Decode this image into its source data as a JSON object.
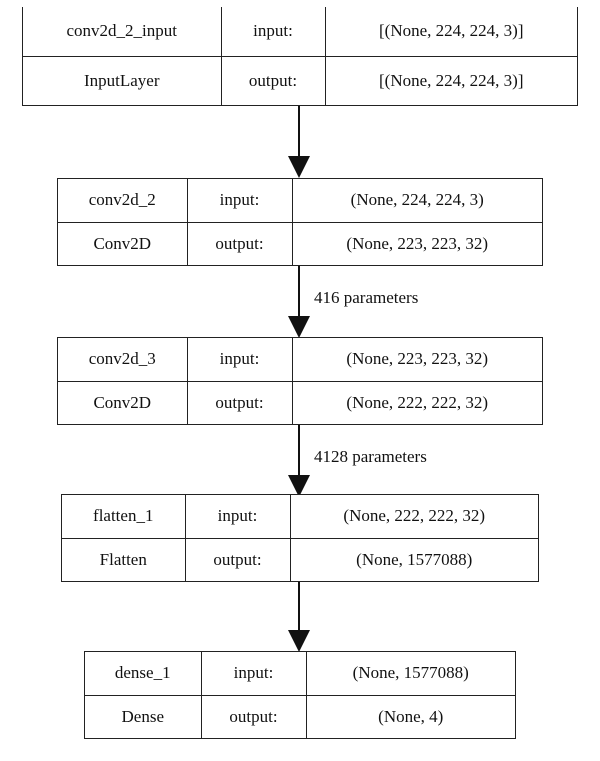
{
  "layers": [
    {
      "name": "conv2d_2_input",
      "type": "InputLayer",
      "input_label": "input:",
      "output_label": "output:",
      "input_shape": "[(None, 224, 224, 3)]",
      "output_shape": "[(None, 224, 224, 3)]"
    },
    {
      "name": "conv2d_2",
      "type": "Conv2D",
      "input_label": "input:",
      "output_label": "output:",
      "input_shape": "(None, 224, 224, 3)",
      "output_shape": "(None, 223, 223, 32)"
    },
    {
      "name": "conv2d_3",
      "type": "Conv2D",
      "input_label": "input:",
      "output_label": "output:",
      "input_shape": "(None, 223, 223, 32)",
      "output_shape": "(None, 222, 222, 32)"
    },
    {
      "name": "flatten_1",
      "type": "Flatten",
      "input_label": "input:",
      "output_label": "output:",
      "input_shape": "(None, 222, 222, 32)",
      "output_shape": "(None, 1577088)"
    },
    {
      "name": "dense_1",
      "type": "Dense",
      "input_label": "input:",
      "output_label": "output:",
      "input_shape": "(None, 1577088)",
      "output_shape": "(None, 4)"
    }
  ],
  "connections": [
    {
      "label": ""
    },
    {
      "label": "416 parameters"
    },
    {
      "label": "4128 parameters"
    },
    {
      "label": ""
    }
  ]
}
